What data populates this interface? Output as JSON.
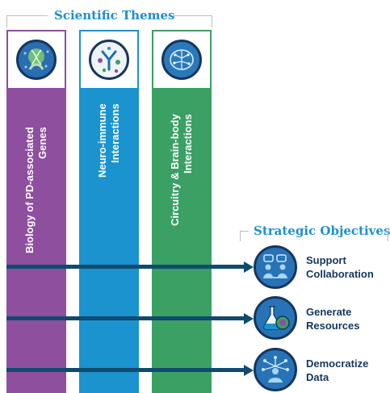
{
  "scientific_themes": {
    "title": "Scientific Themes",
    "items": [
      {
        "label": "Biology of PD-associated Genes",
        "color": "#8e4f9f",
        "icon": "gene-helix-icon"
      },
      {
        "label": "Neuro-immune Interactions",
        "color": "#1a93cf",
        "icon": "immune-antibody-icon"
      },
      {
        "label": "Circuitry & Brain-body Interactions",
        "color": "#3ba064",
        "icon": "brain-circuit-icon"
      }
    ]
  },
  "strategic_objectives": {
    "title": "Strategic Objectives",
    "items": [
      {
        "label": "Support Collaboration",
        "icon": "collaboration-icon"
      },
      {
        "label": "Generate Resources",
        "icon": "flask-resources-icon"
      },
      {
        "label": "Democratize Data",
        "icon": "data-network-icon"
      }
    ]
  },
  "colors": {
    "accent": "#1e8fd0",
    "navy": "#16365e",
    "arrow": "#0f4b6e",
    "objective_circle": "#2873b6"
  }
}
